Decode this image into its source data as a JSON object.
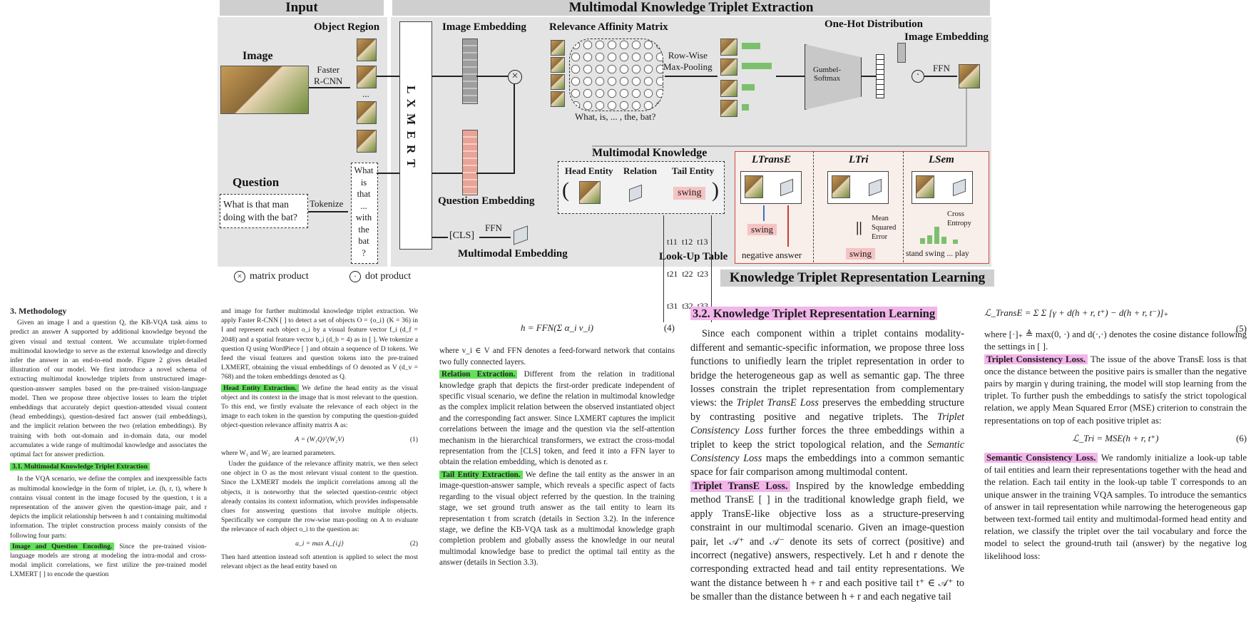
{
  "figure": {
    "input_header": "Input",
    "mkte_header": "Multimodal Knowledge Triplet Extraction",
    "ktrl_header": "Knowledge Triplet Representation Learning",
    "image_label": "Image",
    "object_region_label": "Object Region",
    "faster_rcnn_label": "Faster\nR-CNN",
    "question_label": "Question",
    "question_text": "What is that man doing with the bat?",
    "tokenize_label": "Tokenize",
    "tokens": [
      "What",
      "is",
      "that",
      "...",
      "with",
      "the",
      "bat",
      "?"
    ],
    "lxmert_label": "L X M E R T",
    "image_embedding_label": "Image Embedding",
    "question_embedding_label": "Question Embedding",
    "cls_label": "[CLS]",
    "ffn_label": "FFN",
    "multimodal_embedding_label": "Multimodal Embedding",
    "relevance_label": "Relevance Affinity Matrix",
    "rowwise_label": "Row-Wise\nMax-Pooling",
    "matrix_caption": "What, is, ... , the, bat?",
    "onehot_label": "One-Hot Distribution",
    "gumbel_label": "Gumbel-\nSoftmax",
    "image_embedding2_label": "Image Embedding",
    "ffn2_label": "FFN",
    "mk_title": "Multimodal Knowledge",
    "head_entity_label": "Head Entity",
    "relation_label": "Relation",
    "tail_entity_label": "Tail Entity",
    "tail_value": "swing",
    "lookup_rows": [
      "t11  t12  t13",
      "t21  t22  t23",
      "t31  t32  t33"
    ],
    "lookup_label": "Look-Up Table",
    "loss_transe": "LTransE",
    "loss_tri": "LTri",
    "loss_sem": "LSem",
    "swing1": "swing",
    "negative_answer": "negative answer",
    "mse_label": "Mean\nSquared\nError",
    "swing2": "swing",
    "cross_entropy": "Cross\nEntropy",
    "ce_axis": "stand  swing ... play",
    "legend_matrix": "matrix product",
    "legend_dot": "dot product"
  },
  "paper": {
    "sec3_title": "3. Methodology",
    "sec31_title": "3.1. Multimodal Knowledge Triplet Extraction",
    "image_q_encoding": "Image and Question Encoding.",
    "head_entity_extraction": "Head Entity Extraction.",
    "relation_extraction": "Relation Extraction.",
    "tail_entity_extraction": "Tail Entity Extraction.",
    "sec32_title": "3.2. Knowledge Triplet Representation Learning",
    "triplet_transe_loss": "Triplet TransE Loss.",
    "triplet_consistency_loss": "Triplet Consistency Loss.",
    "semantic_consistency_loss": "Semantic Consistency Loss."
  }
}
